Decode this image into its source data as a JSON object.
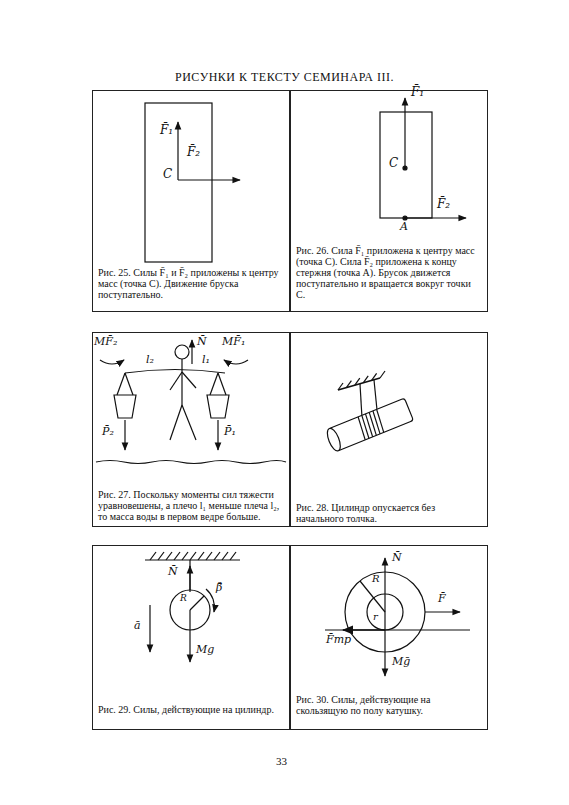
{
  "diagram": {
    "title": "РИСУНКИ К ТЕКСТУ СЕМИНАРА III.",
    "nodes": [
      {
        "text": [
          "Рис. 25. Силы F̄₁ и F̄₂ приложены к центру масс (точка C). Движение бруска поступательно."
        ]
      },
      {
        "text": [
          "Рис. 26. Сила F̄₁ приложена к центру масс (точка C). Сила F̄₂ приложена к концу стержня (точка A). Брусок движется поступательно и вращается вокруг точки C."
        ]
      },
      {
        "text": [
          "Рис. 27. Поскольку моменты сил тяжести уравновешены, а плечо l₁ меньше плеча l₂, то масса воды в первом ведре больше."
        ]
      },
      {
        "text": [
          "Рис. 28. Цилиндр опускается без начального толчка."
        ]
      },
      {
        "text": [
          "Рис. 29. Силы, действующие на цилиндр."
        ]
      },
      {
        "text": [
          "Рис. 30. Силы, действующие на скользящую по полу катушку."
        ]
      }
    ],
    "labels": [
      "F̄₁",
      "F̄₂",
      "C",
      "F̄₁",
      "C",
      "F̄₂",
      "A",
      "MF̄₂",
      "N̄",
      "MF̄₁",
      "l₂",
      "l₁",
      "P̄₂",
      "P̄₁",
      "N̄",
      "R",
      "β̄",
      "ā",
      "Mg",
      "N̄",
      "R",
      "r",
      "F̄",
      "F̄тр",
      "Mḡ",
      "33"
    ]
  }
}
